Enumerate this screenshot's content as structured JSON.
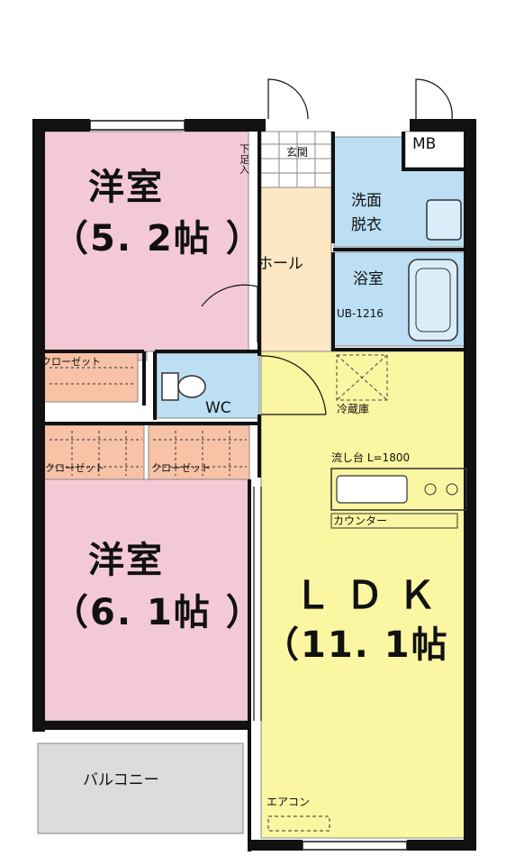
{
  "colors": {
    "bedroom": "#f4c9d6",
    "ldk": "#fbf6a1",
    "wet": "#bcdff4",
    "hall": "#fde7c4",
    "closet": "#f7c2a6",
    "balcony": "#dcdcdc",
    "wall": "#111111"
  },
  "rooms": {
    "bedroom1": {
      "name": "洋室",
      "size": "（5. 2帖 ）"
    },
    "bedroom2": {
      "name": "洋室",
      "size": "（6. 1帖 ）"
    },
    "ldk": {
      "name": "ＬＤＫ",
      "size": "（11. 1帖 ）"
    }
  },
  "labels": {
    "storage": "下足入",
    "entrance": "玄関",
    "hall": "ホール",
    "mb": "MB",
    "washroom_line1": "洗面",
    "washroom_line2": "脱衣",
    "bathroom": "浴室",
    "unit_bath": "UB-1216",
    "closet_top": "クローゼット",
    "closet_left": "クローゼット",
    "closet_right": "クローゼット",
    "wc": "WC",
    "fridge": "冷蔵庫",
    "sink": "流し台 L=1800",
    "counter": "カウンター",
    "balcony": "バルコニー",
    "aircon": "エアコン"
  }
}
